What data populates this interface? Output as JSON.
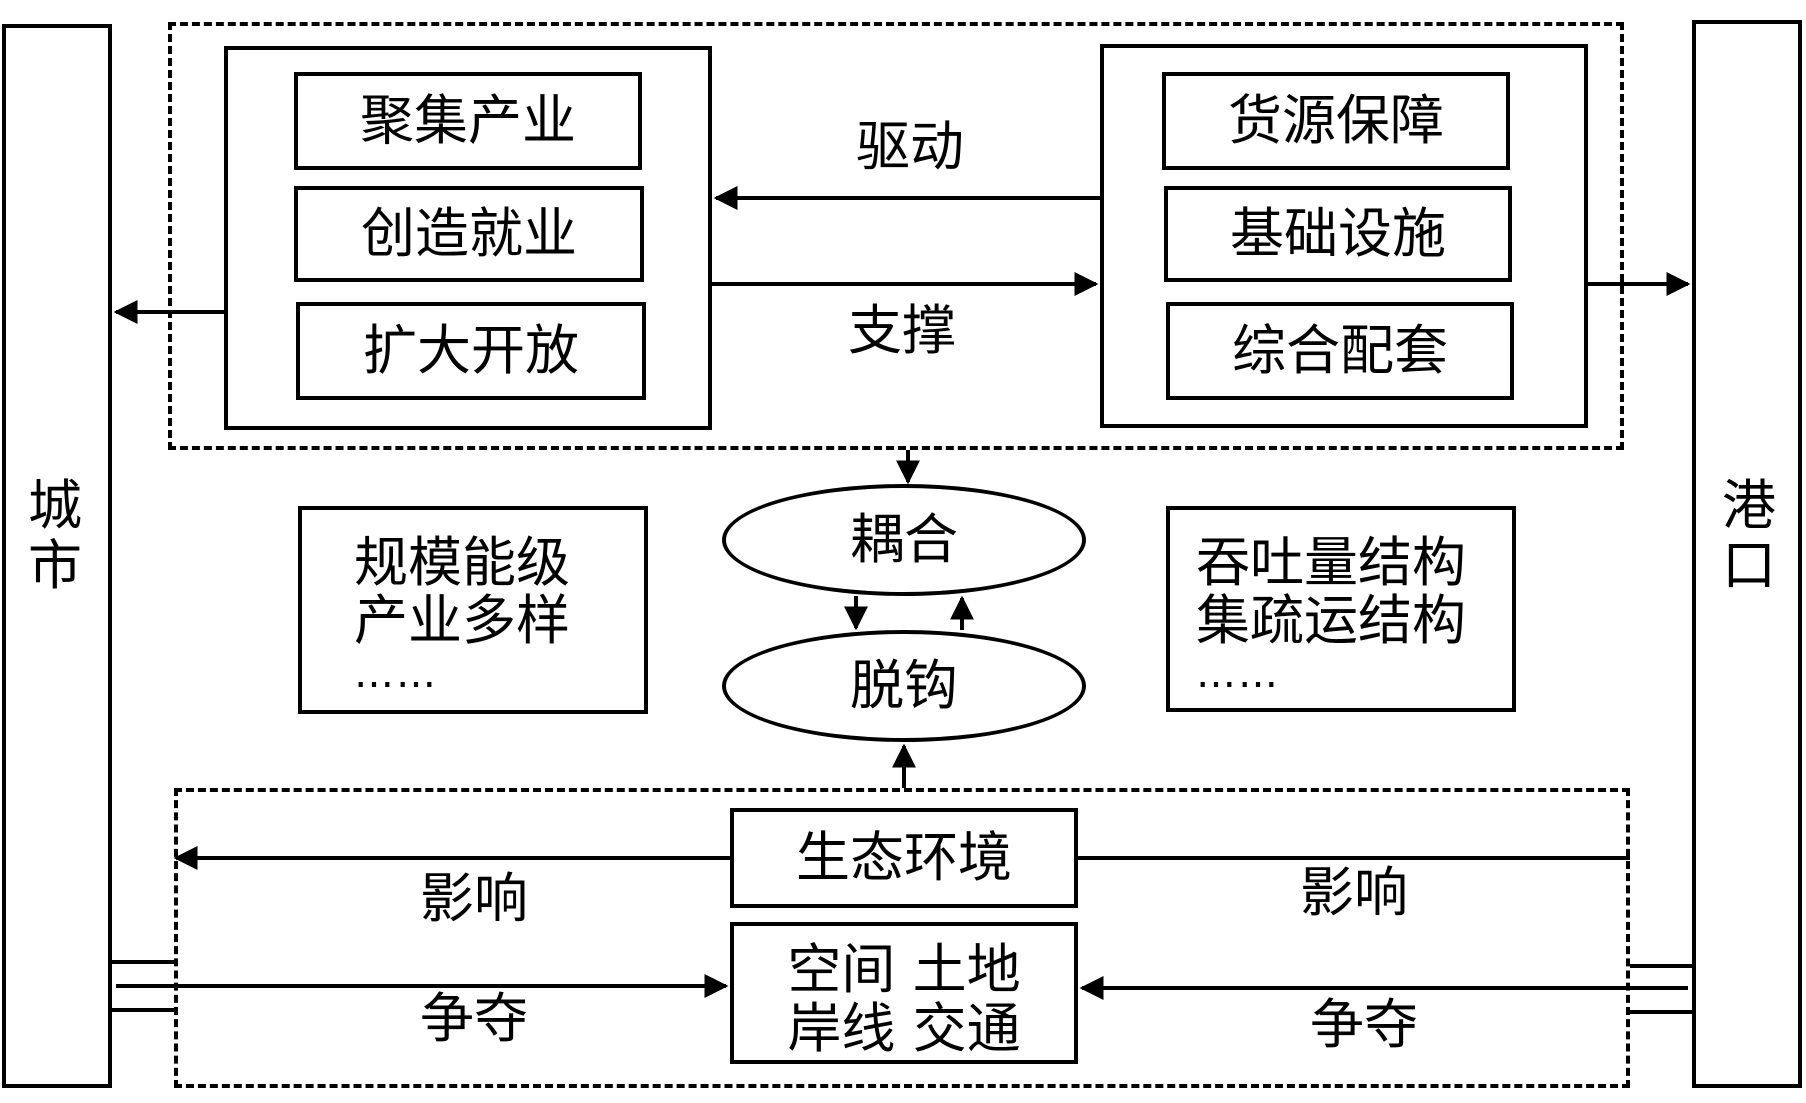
{
  "left_bar": {
    "label": "城市"
  },
  "right_bar": {
    "label": "港口"
  },
  "city_group": {
    "items": [
      "聚集产业",
      "创造就业",
      "扩大开放"
    ]
  },
  "port_group": {
    "items": [
      "货源保障",
      "基础设施",
      "综合配套"
    ]
  },
  "relations": {
    "drive": "驱动",
    "support": "支撑",
    "influence_left": "影响",
    "influence_right": "影响",
    "compete_left": "争夺",
    "compete_right": "争夺"
  },
  "center": {
    "coupling": "耦合",
    "decoupling": "脱钩"
  },
  "city_indicators": {
    "line1": "规模能级",
    "line2": "产业多样",
    "dots": "……"
  },
  "port_indicators": {
    "line1": "吞吐量结构",
    "line2": "集疏运结构",
    "dots": "……"
  },
  "shared": {
    "ecology": "生态环境",
    "resources_line1": "空间 土地",
    "resources_line2": "岸线 交通"
  }
}
